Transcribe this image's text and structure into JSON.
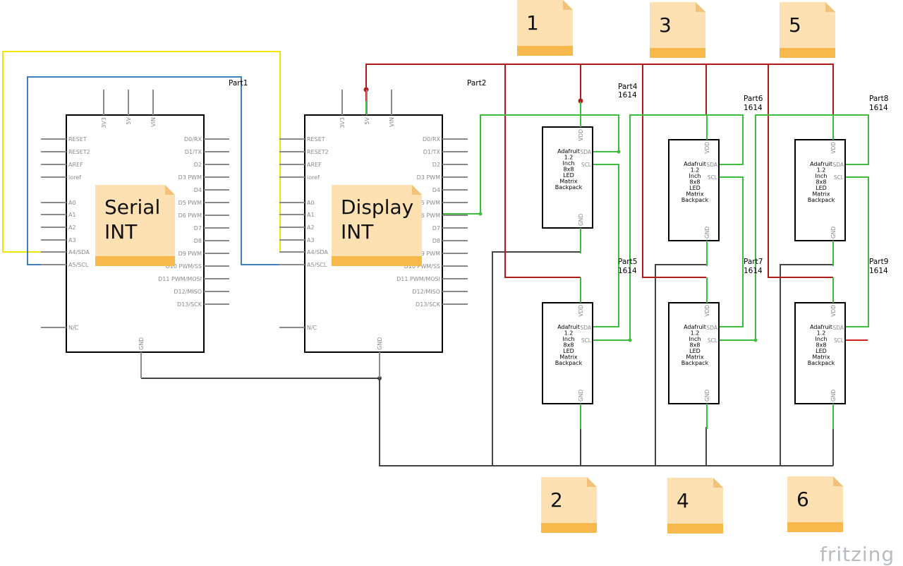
{
  "arduino_left_pins": [
    "RESET",
    "RESET2",
    "AREF",
    "ioref",
    "A0",
    "A1",
    "A2",
    "A3",
    "A4/SDA",
    "A5/SCL",
    "N/C"
  ],
  "arduino_right_pins": [
    "D0/RX",
    "D1/TX",
    "D2",
    "D3 PWM",
    "D4",
    "D5 PWM",
    "D6 PWM",
    "D7",
    "D8",
    "D9 PWM",
    "D10 PWM/SS",
    "D11 PWM/MOSI",
    "D12/MISO",
    "D13/SCK"
  ],
  "arduino_top_pins": [
    "3V3",
    "5V",
    "VIN"
  ],
  "arduino_gnd": "GND",
  "boards": [
    {
      "part": "Part1",
      "note": [
        "Serial",
        "INT"
      ]
    },
    {
      "part": "Part2",
      "note": [
        "Display",
        "INT"
      ]
    }
  ],
  "module": {
    "lines": [
      "Adafruit",
      "1.2",
      "Inch",
      "8x8",
      "LED",
      "Matrix",
      "Backpack"
    ],
    "vdd": "VDD",
    "sda": "SDA",
    "scl": "SCL",
    "gnd": "GND"
  },
  "modules": [
    {
      "part": "Part4",
      "code": "1614",
      "note": "1"
    },
    {
      "part": "Part5",
      "code": "1614",
      "note": "2"
    },
    {
      "part": "Part6",
      "code": "1614",
      "note": "3"
    },
    {
      "part": "Part7",
      "code": "1614",
      "note": "4"
    },
    {
      "part": "Part8",
      "code": "1614",
      "note": "5"
    },
    {
      "part": "Part9",
      "code": "1614",
      "note": "6"
    }
  ],
  "branding": "fritzing",
  "colors": {
    "wire_yellow": "#f2e600",
    "wire_blue": "#3f7fc0",
    "wire_red": "#b01c1c",
    "wire_green": "#3dbd3d",
    "wire_dark": "#444444",
    "note_fill": "#fde1b3",
    "note_band": "#f7b94b"
  }
}
